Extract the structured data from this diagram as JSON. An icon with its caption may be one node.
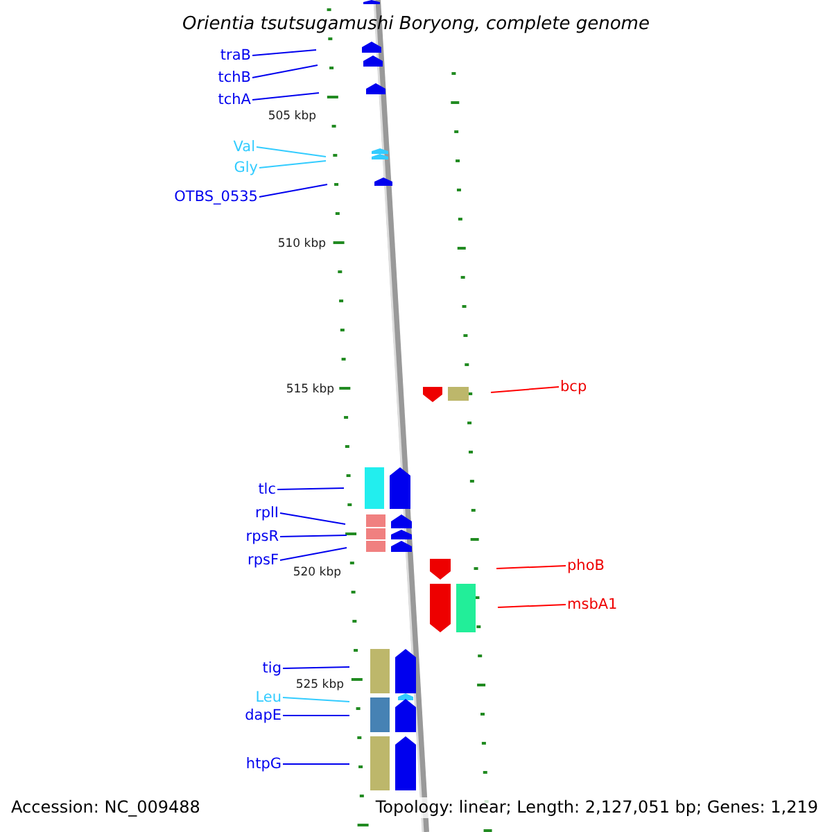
{
  "diagram": {
    "title": "Orientia tsutsugamushi Boryong, complete genome",
    "nodes": [
      {
        "text": [
          "traB"
        ]
      },
      {
        "text": [
          "tchB"
        ]
      },
      {
        "text": [
          "tchA"
        ]
      },
      {
        "text": [
          "Val"
        ]
      },
      {
        "text": [
          "Gly"
        ]
      },
      {
        "text": [
          "OTBS_0535"
        ]
      },
      {
        "text": [
          "bcp"
        ]
      },
      {
        "text": [
          "tlc"
        ]
      },
      {
        "text": [
          "rplI"
        ]
      },
      {
        "text": [
          "rpsR"
        ]
      },
      {
        "text": [
          "rpsF"
        ]
      },
      {
        "text": [
          "phoB"
        ]
      },
      {
        "text": [
          "msbA1"
        ]
      },
      {
        "text": [
          "tig"
        ]
      },
      {
        "text": [
          "Leu"
        ]
      },
      {
        "text": [
          "dapE"
        ]
      },
      {
        "text": [
          "htpG"
        ]
      }
    ],
    "edges": [
      {
        "from": 0,
        "to": null,
        "arrow": "none"
      },
      {
        "from": 1,
        "to": null,
        "arrow": "none"
      },
      {
        "from": 2,
        "to": null,
        "arrow": "none"
      },
      {
        "from": 3,
        "to": null,
        "arrow": "none",
        "color": "#33ccff"
      },
      {
        "from": 4,
        "to": null,
        "arrow": "none",
        "color": "#33ccff"
      },
      {
        "from": 5,
        "to": null,
        "arrow": "none"
      },
      {
        "from": 6,
        "to": null,
        "arrow": "none",
        "color": "#ff0000"
      },
      {
        "from": 7,
        "to": null,
        "arrow": "none"
      },
      {
        "from": 8,
        "to": null,
        "arrow": "none"
      },
      {
        "from": 9,
        "to": null,
        "arrow": "none"
      },
      {
        "from": 10,
        "to": null,
        "arrow": "none"
      },
      {
        "from": 11,
        "to": null,
        "arrow": "none",
        "color": "#ff0000"
      },
      {
        "from": 12,
        "to": null,
        "arrow": "none",
        "color": "#ff0000"
      },
      {
        "from": 13,
        "to": null,
        "arrow": "none"
      },
      {
        "from": 14,
        "to": null,
        "arrow": "none",
        "color": "#33ccff"
      },
      {
        "from": 15,
        "to": null,
        "arrow": "none"
      },
      {
        "from": 16,
        "to": null,
        "arrow": "none"
      }
    ],
    "labels": [
      "505 kbp",
      "510 kbp",
      "515 kbp",
      "520 kbp",
      "525 kbp",
      "Accession: NC_009488",
      "Topology: linear; Length: 2,127,051 bp; Genes: 1,219"
    ]
  }
}
